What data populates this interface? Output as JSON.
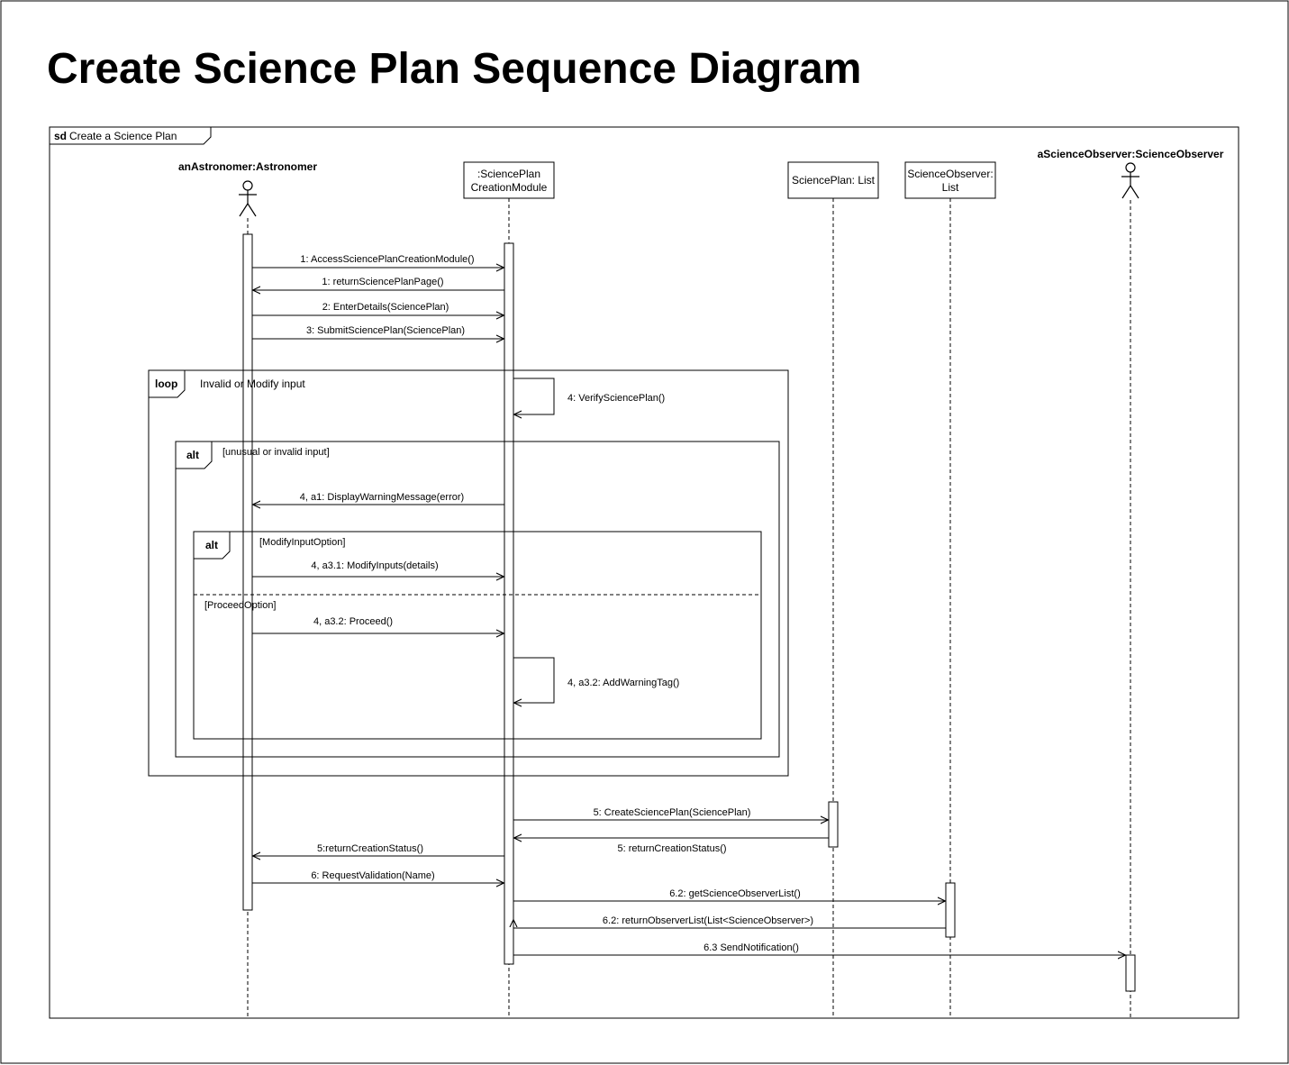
{
  "title": "Create Science Plan Sequence Diagram",
  "frame": {
    "keyword": "sd",
    "name": "Create a Science Plan"
  },
  "lifelines": {
    "astronomer": {
      "label": "anAstronomer:Astronomer"
    },
    "module": {
      "line1": ":SciencePlan",
      "line2": "CreationModule"
    },
    "planList": {
      "label": "SciencePlan: List"
    },
    "observerList": {
      "line1": "ScienceObserver:",
      "line2": "List"
    },
    "observer": {
      "label": "aScienceObserver:ScienceObserver"
    }
  },
  "messages": {
    "m1": "1: AccessSciencePlanCreationModule()",
    "m1r": "1: returnSciencePlanPage()",
    "m2": "2: EnterDetails(SciencePlan)",
    "m3": "3: SubmitSciencePlan(SciencePlan)",
    "m4": "4: VerifySciencePlan()",
    "m4a1": "4, a1: DisplayWarningMessage(error)",
    "m4a31": "4, a3.1: ModifyInputs(details)",
    "m4a32": "4, a3.2: Proceed()",
    "m4a32b": "4, a3.2: AddWarningTag()",
    "m5": "5: CreateSciencePlan(SciencePlan)",
    "m5r": "5: returnCreationStatus()",
    "m5r2": "5:returnCreationStatus()",
    "m6": "6: RequestValidation(Name)",
    "m62": "6.2: getScienceObserverList()",
    "m62r": "6.2: returnObserverList(List<ScienceObserver>)",
    "m63": "6.3 SendNotification()"
  },
  "fragments": {
    "loop": {
      "keyword": "loop",
      "guard": "Invalid or Modify input"
    },
    "altOuter": {
      "keyword": "alt",
      "guard": "[unusual or invalid input]"
    },
    "altInner": {
      "keyword": "alt",
      "guard": "[ModifyInputOption]",
      "guard2": "[ProceedOption]"
    }
  }
}
